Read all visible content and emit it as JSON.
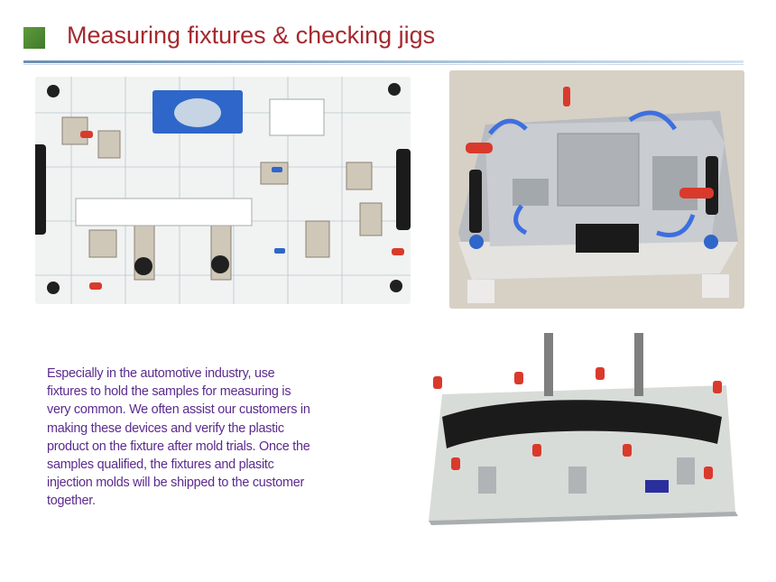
{
  "slide": {
    "title": "Measuring fixtures & checking jigs",
    "body": "Especially in the automotive industry, use\nfixtures to hold the samples for measuring is\nvery common. We often assist our customers in\nmaking  these devices and  verify the plastic\nproduct on the fixture after mold trials. Once the\nsamples qualified, the fixtures and plasitc\ninjection molds will be shipped to the customer\ntogether."
  },
  "colors": {
    "title": "#a5292e",
    "body_text": "#5b2a8e",
    "accent_square": "#4f8a35",
    "rule": "#8fb0cc"
  },
  "images": [
    {
      "name": "checking-fixture-white-board-photo"
    },
    {
      "name": "checking-fixture-aluminum-photo"
    },
    {
      "name": "checking-fixture-bumper-photo"
    }
  ]
}
